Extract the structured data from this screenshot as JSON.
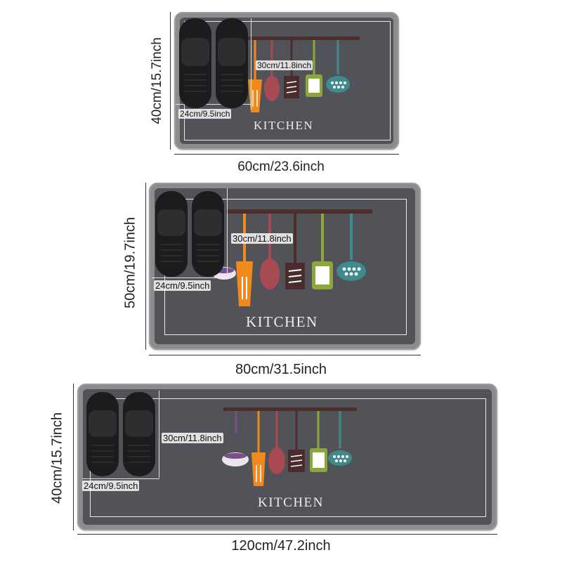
{
  "mats": [
    {
      "label": "KITCHEN",
      "width_label": "60cm/23.6inch",
      "height_label": "40cm/15.7inch",
      "slipper_width_label": "24cm/9.5inch",
      "utensil_height_label": "30cm/11.8inch"
    },
    {
      "label": "KITCHEN",
      "width_label": "80cm/31.5inch",
      "height_label": "50cm/19.7inch",
      "slipper_width_label": "24cm/9.5inch",
      "utensil_height_label": "30cm/11.8inch"
    },
    {
      "label": "KITCHEN",
      "width_label": "120cm/47.2inch",
      "height_label": "40cm/15.7inch",
      "slipper_width_label": "24cm/9.5inch",
      "utensil_height_label": "30cm/11.8inch"
    }
  ],
  "colors": {
    "mat_border": "#8c8c8e",
    "mat_surface": "#525358",
    "rack_bar": "#4a2f2c",
    "utensil_purple": "#7a4f8a",
    "utensil_orange": "#f08a1c",
    "utensil_red": "#a84a52",
    "utensil_brown": "#4a2c2c",
    "utensil_green": "#8aa83a",
    "utensil_teal": "#3f8a8c",
    "slipper": "#1c1c1e"
  }
}
